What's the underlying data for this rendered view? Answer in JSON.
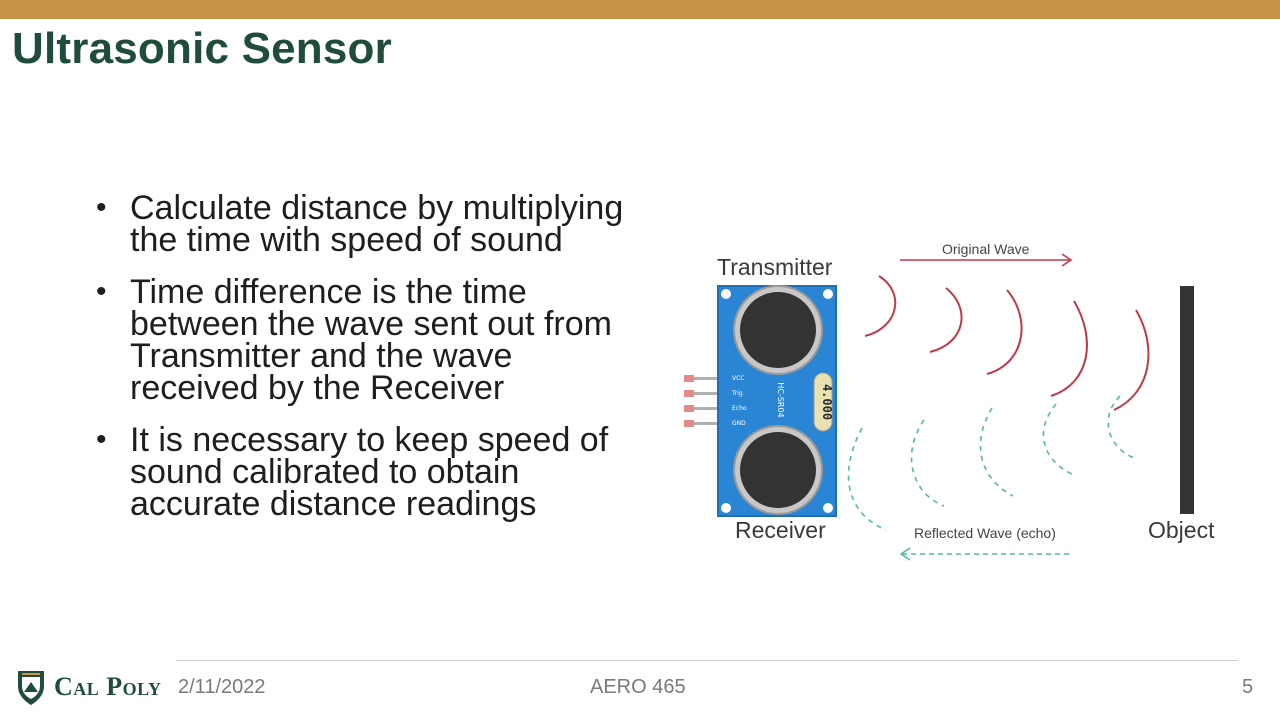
{
  "slide": {
    "title": "Ultrasonic Sensor",
    "bullets": [
      "Calculate distance by multiplying the time with speed of sound",
      "Time difference is the time between the wave sent out from Transmitter and the wave received by the Receiver",
      "It is necessary to keep speed of sound calibrated to obtain accurate distance readings"
    ]
  },
  "diagram": {
    "transmitter_label": "Transmitter",
    "receiver_label": "Receiver",
    "object_label": "Object",
    "original_wave_label": "Original Wave",
    "reflected_wave_label": "Reflected Wave (echo)",
    "pins": [
      "VCC",
      "Trig",
      "Echo",
      "GND"
    ],
    "board_label": "HC-SR04",
    "chip_label": "4.000",
    "colors": {
      "board": "#2a86d4",
      "original_wave": "#c0394b",
      "reflected_wave": "#55b8a6",
      "object": "#333333"
    }
  },
  "footer": {
    "logo_text": "Cal Poly",
    "date": "2/11/2022",
    "course": "AERO 465",
    "page_number": "5"
  },
  "accent_color": "#c69447",
  "title_color": "#1f4d3a"
}
